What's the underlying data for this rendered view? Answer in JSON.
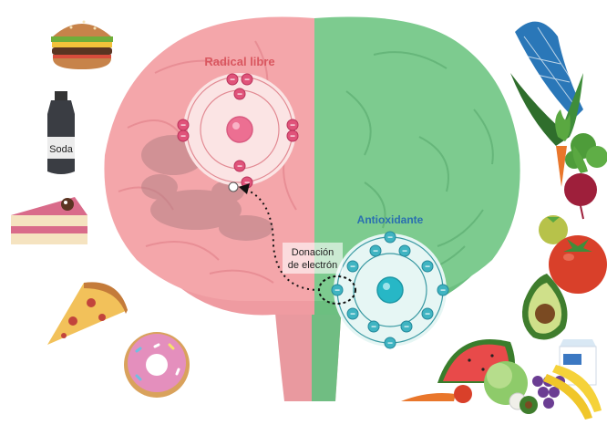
{
  "free_radical": {
    "label": "Radical libre",
    "color": "#d9565f"
  },
  "antioxidant": {
    "label": "Antioxidante",
    "color": "#2a6fb0"
  },
  "donation": {
    "line1": "Donación",
    "line2": "de electrón"
  },
  "soda": {
    "label": "Soda"
  },
  "electron_sign": "−",
  "colors": {
    "brain_left": "#f4a6aa",
    "brain_right": "#7dcb8f",
    "free_radical_nucleus": "#ec6f92",
    "antioxidant_nucleus": "#27b7c6",
    "free_radical_electron": "#e0537a",
    "antioxidant_electron": "#3fb4c2"
  },
  "left_items": [
    "hamburger-icon",
    "soda-bottle-icon",
    "cake-slice-icon",
    "pizza-slice-icon",
    "donut-icon"
  ],
  "right_items": [
    "corn-icon",
    "carrot-icon",
    "beet-icon",
    "tomato-icon",
    "avocado-icon",
    "milk-carton-icon",
    "watermelon-icon",
    "broccoli-icon",
    "grapes-icon",
    "banana-icon"
  ]
}
